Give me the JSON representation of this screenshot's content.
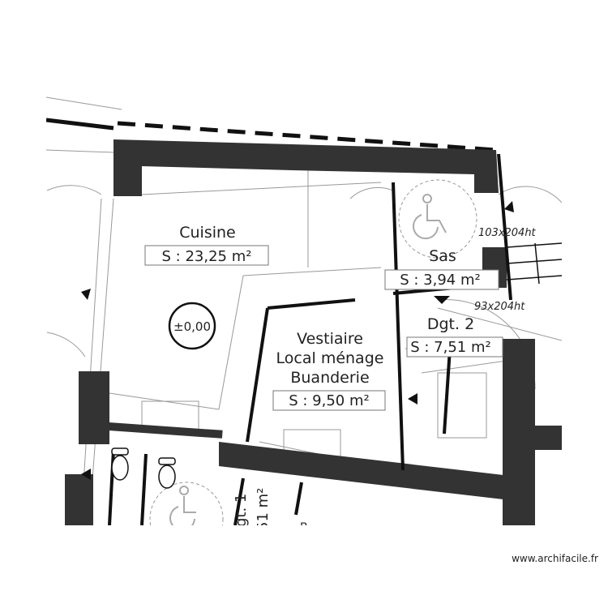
{
  "rooms": [
    {
      "name": "Cuisine",
      "area": "S : 23,25 m²"
    },
    {
      "name": "Sas",
      "area": "S : 3,94 m²"
    },
    {
      "name": "Dgt. 2",
      "area": "S : 7,51 m²"
    },
    {
      "name_lines": [
        "Vestiaire",
        "Local ménage",
        "Buanderie"
      ],
      "area": "S : 9,50 m²"
    }
  ],
  "partial_labels": {
    "dgt1": "gt. 1",
    "dgt1_area": "51 m²",
    "b": "B"
  },
  "level_marker": "±0,00",
  "doors": {
    "door1": "103x204ht",
    "door2": "93x204ht"
  },
  "watermark": "www.archifacile.fr",
  "colors": {
    "wall": "#333333",
    "line": "#111111",
    "thin": "#888888"
  }
}
